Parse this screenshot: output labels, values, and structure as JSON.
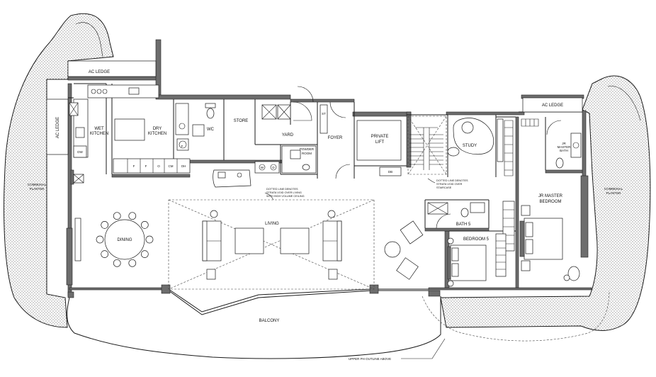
{
  "rooms": {
    "ac_ledge_left": "AC LEDGE",
    "ac_ledge_side": "AC LEDGE",
    "ac_ledge_right": "AC LEDGE",
    "wet_kitchen": [
      "WET",
      "KITCHEN"
    ],
    "dry_kitchen": [
      "DRY",
      "KITCHEN"
    ],
    "wc": "WC",
    "store": "STORE",
    "yard": "YARD",
    "powder_room": [
      "POWDER",
      "ROOM"
    ],
    "foyer": "FOYER",
    "private_lift": [
      "PRIVATE",
      "LIFT"
    ],
    "study": "STUDY",
    "jr_master_bath": [
      "JR",
      "MASTER",
      "BATH"
    ],
    "jr_master_bedroom": [
      "JR MASTER",
      "BEDROOM"
    ],
    "bath5": "BATH 5",
    "bedroom5": "BEDROOM 5",
    "living": "LIVING",
    "dining": "DINING",
    "balcony": "BALCONY",
    "communal_planter_left": [
      "COMMUNAL",
      "PLANTER"
    ],
    "communal_planter_right": [
      "COMMUNAL",
      "PLANTER"
    ]
  },
  "notes": {
    "void_living": [
      "DOTTED LINE DENOTES",
      "STRATA VOID OVER LIVING",
      "WITH HIGH VOLUME CEILING"
    ],
    "void_stair": [
      "DOTTED LINE DENOTES",
      "STRATA VOID OVER",
      "STAIRCASE"
    ],
    "upper_outline": "UPPER PH OUTLINE ABOVE"
  },
  "appliances": {
    "dw": "DW",
    "fridge_f1": "F",
    "fridge_f2": "F",
    "oven_o": "O",
    "cm": "CM",
    "oh": "OH",
    "wm": "W",
    "dryer": "D",
    "db": "DB",
    "shelf_st": "ST",
    "f_mark": "F"
  }
}
